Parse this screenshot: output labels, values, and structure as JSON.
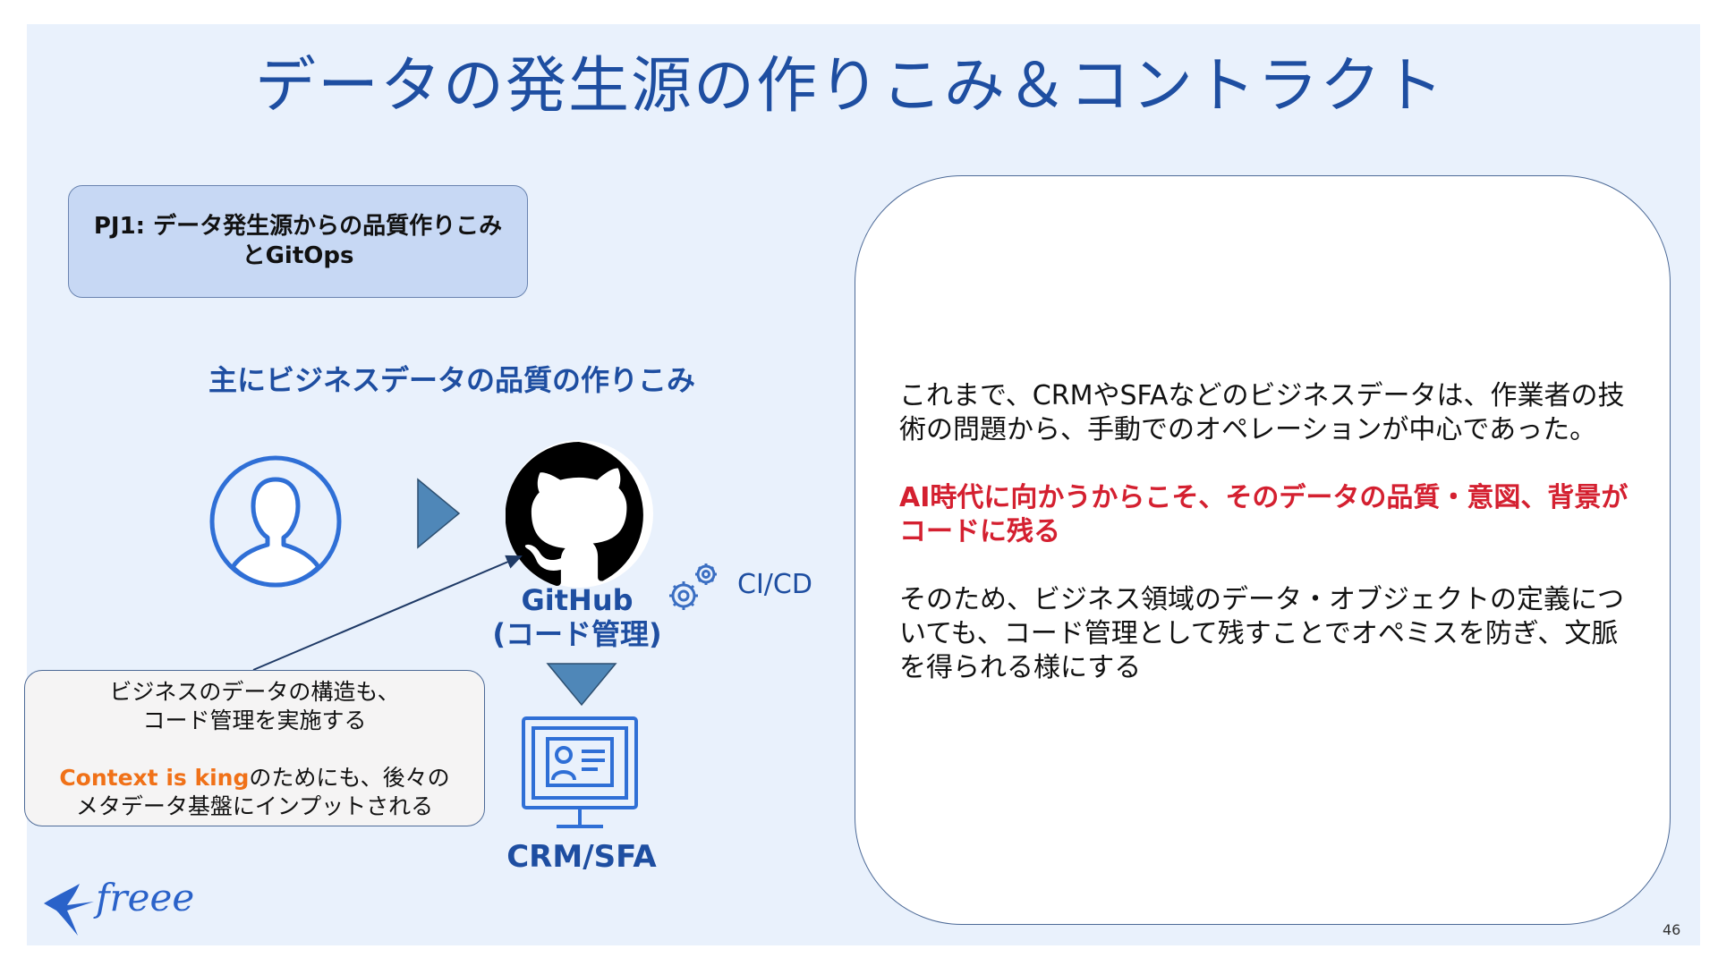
{
  "slide": {
    "title": "データの発生源の作りこみ＆コントラクト",
    "pj_box": {
      "line1": "PJ1: データ発生源からの品質作りこみ",
      "line2": "とGitOps"
    },
    "subtitle": "主にビジネスデータの品質の作りこみ",
    "diagram": {
      "user_icon": "user-avatar-icon",
      "arrow_icon": "triangle-right-icon",
      "github_icon": "github-icon",
      "github_label_line1": "GitHub",
      "github_label_line2": "(コード管理)",
      "gear_icon": "gears-icon",
      "cicd_label": "CI/CD",
      "down_arrow_icon": "triangle-down-icon",
      "crm_icon": "monitor-profile-icon",
      "crm_label": "CRM/SFA"
    },
    "callout": {
      "line1": "ビジネスのデータの構造も、",
      "line2": "コード管理を実施する",
      "highlight": "Context is king",
      "line3_rest": "のためにも、後々の",
      "line4": "メタデータ基盤にインプットされる"
    },
    "right_panel": {
      "paragraph1": "これまで、CRMやSFAなどのビジネスデータは、作業者の技術の問題から、手動でのオペレーションが中心であった。",
      "paragraph2": "AI時代に向かうからこそ、そのデータの品質・意図、背景がコードに残る",
      "paragraph3": "そのため、ビジネス領域のデータ・オブジェクトの定義についても、コード管理として残すことでオペミスを防ぎ、文脈を得られる様にする"
    },
    "logo": "freee",
    "page_number": "46",
    "colors": {
      "background": "#e9f1fc",
      "title_blue": "#1e4ea1",
      "highlight_red": "#d42030",
      "highlight_orange": "#f07118",
      "box_blue": "#c7d8f4"
    }
  }
}
